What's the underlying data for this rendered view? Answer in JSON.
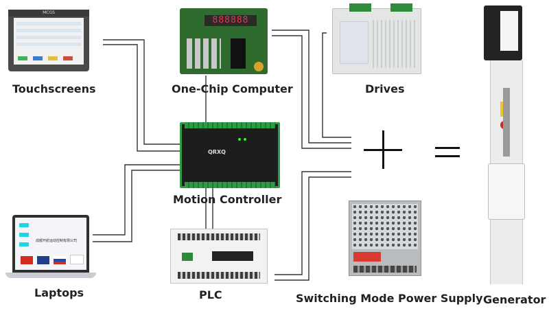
{
  "labels": {
    "touchscreens": "Touchscreens",
    "one_chip": "One-Chip Computer",
    "drives": "Drives",
    "motion_controller": "Motion Controller",
    "laptops": "Laptops",
    "plc": "PLC",
    "power_supply": "Switching Mode Power Supply",
    "generator": "Generator"
  },
  "devices": {
    "touchscreen_brand": "MCGS",
    "one_chip_display": "888888",
    "motion_controller_logo": "QRXQ",
    "laptop_caption": "成都开航运动控制有限公司"
  },
  "colors": {
    "wire": "#333333",
    "controller_green": "#2e9b45",
    "accent_cyan": "#23d4e6"
  }
}
